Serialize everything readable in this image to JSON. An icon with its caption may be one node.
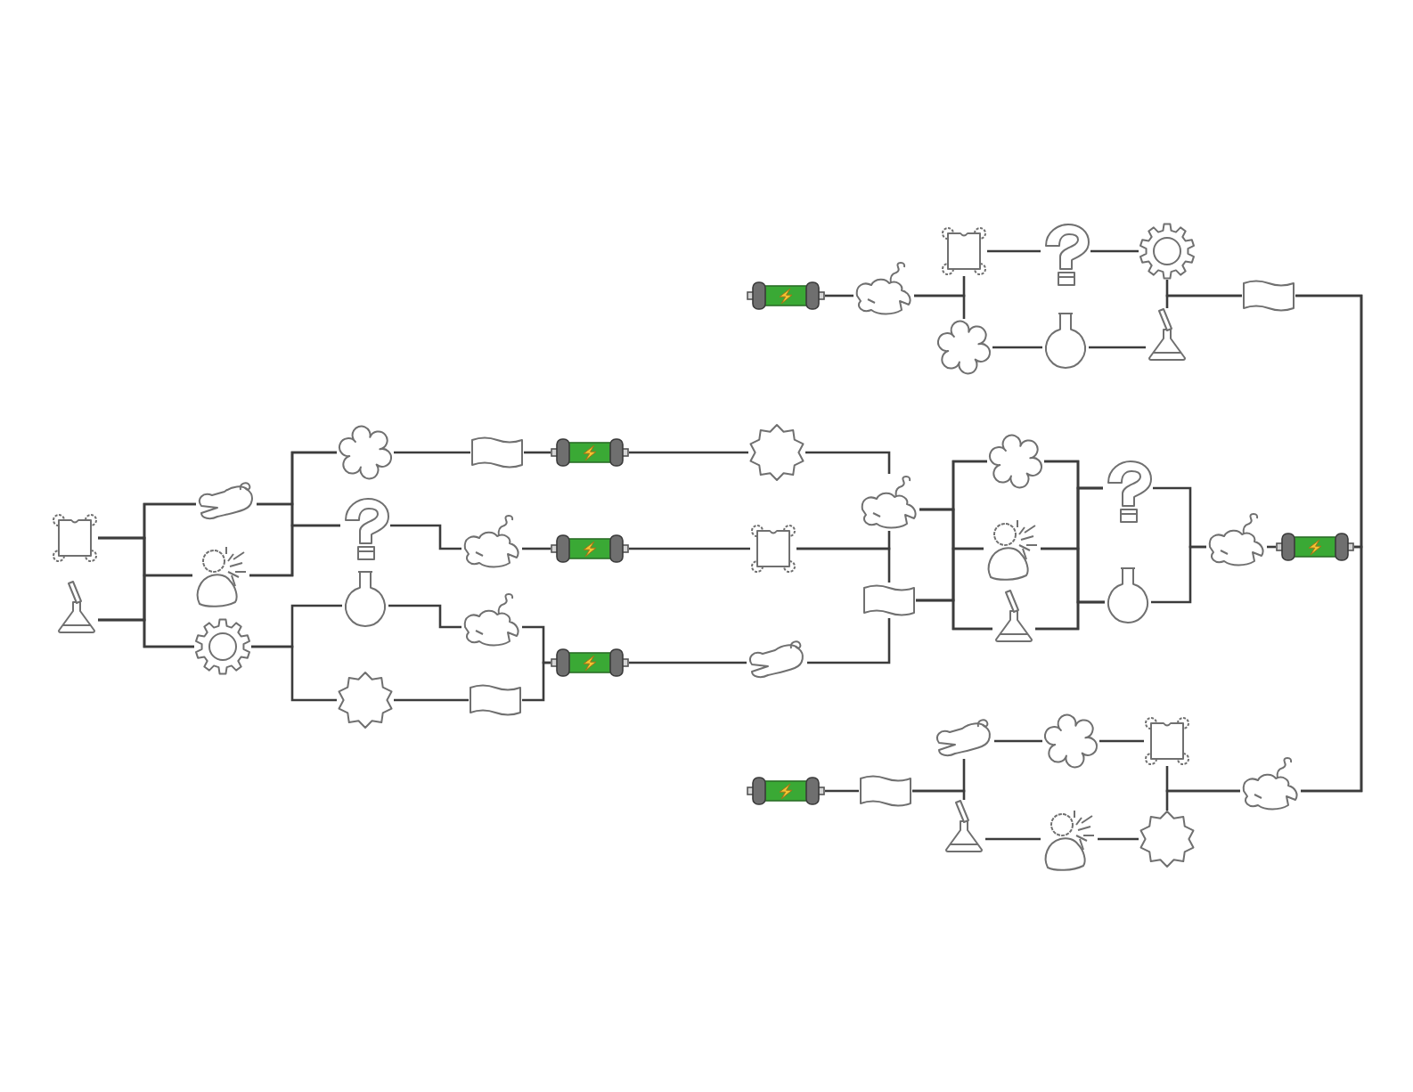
{
  "diagram": {
    "nodes": [
      {
        "text": [],
        "shape": "battery"
      },
      {
        "text": [],
        "shape": "bird"
      },
      {
        "text": [],
        "shape": "stamp"
      },
      {
        "text": [],
        "shape": "cloud"
      },
      {
        "text": [],
        "shape": "question"
      },
      {
        "text": [],
        "shape": "flask"
      },
      {
        "text": [],
        "shape": "gear"
      },
      {
        "text": [],
        "shape": "beaker"
      },
      {
        "text": [],
        "shape": "box"
      },
      {
        "text": [],
        "shape": "stamp"
      },
      {
        "text": [],
        "shape": "beaker"
      },
      {
        "text": [],
        "shape": "glove"
      },
      {
        "text": [],
        "shape": "person"
      },
      {
        "text": [],
        "shape": "gear"
      },
      {
        "text": [],
        "shape": "cloud"
      },
      {
        "text": [],
        "shape": "question"
      },
      {
        "text": [],
        "shape": "flask"
      },
      {
        "text": [],
        "shape": "star"
      },
      {
        "text": [],
        "shape": "box"
      },
      {
        "text": [],
        "shape": "bird"
      },
      {
        "text": [],
        "shape": "bird"
      },
      {
        "text": [],
        "shape": "box"
      },
      {
        "text": [],
        "shape": "battery"
      },
      {
        "text": [],
        "shape": "battery"
      },
      {
        "text": [],
        "shape": "battery"
      },
      {
        "text": [],
        "shape": "star"
      },
      {
        "text": [],
        "shape": "stamp"
      },
      {
        "text": [],
        "shape": "glove"
      },
      {
        "text": [],
        "shape": "bird"
      },
      {
        "text": [],
        "shape": "box"
      },
      {
        "text": [],
        "shape": "cloud"
      },
      {
        "text": [],
        "shape": "person"
      },
      {
        "text": [],
        "shape": "beaker"
      },
      {
        "text": [],
        "shape": "question"
      },
      {
        "text": [],
        "shape": "flask"
      },
      {
        "text": [],
        "shape": "bird"
      },
      {
        "text": [],
        "shape": "battery"
      },
      {
        "text": [],
        "shape": "battery"
      },
      {
        "text": [],
        "shape": "box"
      },
      {
        "text": [],
        "shape": "glove"
      },
      {
        "text": [],
        "shape": "beaker"
      },
      {
        "text": [],
        "shape": "cloud"
      },
      {
        "text": [],
        "shape": "person"
      },
      {
        "text": [],
        "shape": "stamp"
      },
      {
        "text": [],
        "shape": "star"
      },
      {
        "text": [],
        "shape": "bird"
      }
    ],
    "edges": [
      {
        "from": 0,
        "to": 1,
        "arrow": "none"
      },
      {
        "from": 1,
        "to": 2,
        "arrow": "none"
      },
      {
        "from": 1,
        "to": 3,
        "arrow": "none"
      },
      {
        "from": 2,
        "to": 4,
        "arrow": "none"
      },
      {
        "from": 4,
        "to": 6,
        "arrow": "none"
      },
      {
        "from": 3,
        "to": 5,
        "arrow": "none"
      },
      {
        "from": 5,
        "to": 7,
        "arrow": "none"
      },
      {
        "from": 6,
        "to": 8,
        "arrow": "none"
      },
      {
        "from": 7,
        "to": 8,
        "arrow": "none"
      },
      {
        "from": 9,
        "to": 11,
        "arrow": "none"
      },
      {
        "from": 9,
        "to": 12,
        "arrow": "none"
      },
      {
        "from": 9,
        "to": 13,
        "arrow": "none"
      },
      {
        "from": 10,
        "to": 11,
        "arrow": "none"
      },
      {
        "from": 10,
        "to": 12,
        "arrow": "none"
      },
      {
        "from": 10,
        "to": 13,
        "arrow": "none"
      },
      {
        "from": 11,
        "to": 14,
        "arrow": "none"
      },
      {
        "from": 11,
        "to": 15,
        "arrow": "none"
      },
      {
        "from": 12,
        "to": 14,
        "arrow": "none"
      },
      {
        "from": 12,
        "to": 15,
        "arrow": "none"
      },
      {
        "from": 13,
        "to": 16,
        "arrow": "none"
      },
      {
        "from": 13,
        "to": 17,
        "arrow": "none"
      },
      {
        "from": 14,
        "to": 18,
        "arrow": "none"
      },
      {
        "from": 18,
        "to": 22,
        "arrow": "none"
      },
      {
        "from": 22,
        "to": 25,
        "arrow": "none"
      },
      {
        "from": 15,
        "to": 19,
        "arrow": "none"
      },
      {
        "from": 19,
        "to": 23,
        "arrow": "none"
      },
      {
        "from": 23,
        "to": 26,
        "arrow": "none"
      },
      {
        "from": 16,
        "to": 20,
        "arrow": "none"
      },
      {
        "from": 17,
        "to": 21,
        "arrow": "none"
      },
      {
        "from": 20,
        "to": 24,
        "arrow": "none"
      },
      {
        "from": 21,
        "to": 24,
        "arrow": "none"
      },
      {
        "from": 24,
        "to": 27,
        "arrow": "none"
      },
      {
        "from": 25,
        "to": 28,
        "arrow": "none"
      },
      {
        "from": 26,
        "to": 28,
        "arrow": "none"
      },
      {
        "from": 26,
        "to": 29,
        "arrow": "none"
      },
      {
        "from": 27,
        "to": 29,
        "arrow": "none"
      },
      {
        "from": 28,
        "to": 30,
        "arrow": "none"
      },
      {
        "from": 28,
        "to": 31,
        "arrow": "none"
      },
      {
        "from": 28,
        "to": 32,
        "arrow": "none"
      },
      {
        "from": 29,
        "to": 30,
        "arrow": "none"
      },
      {
        "from": 29,
        "to": 31,
        "arrow": "none"
      },
      {
        "from": 29,
        "to": 32,
        "arrow": "none"
      },
      {
        "from": 30,
        "to": 33,
        "arrow": "none"
      },
      {
        "from": 30,
        "to": 34,
        "arrow": "none"
      },
      {
        "from": 31,
        "to": 33,
        "arrow": "none"
      },
      {
        "from": 31,
        "to": 34,
        "arrow": "none"
      },
      {
        "from": 32,
        "to": 33,
        "arrow": "none"
      },
      {
        "from": 32,
        "to": 34,
        "arrow": "none"
      },
      {
        "from": 33,
        "to": 35,
        "arrow": "none"
      },
      {
        "from": 34,
        "to": 35,
        "arrow": "none"
      },
      {
        "from": 35,
        "to": 36,
        "arrow": "none"
      },
      {
        "from": 8,
        "to": 36,
        "arrow": "none"
      },
      {
        "from": 36,
        "to": 45,
        "arrow": "none"
      },
      {
        "from": 8,
        "to": 45,
        "arrow": "none"
      },
      {
        "from": 37,
        "to": 38,
        "arrow": "none"
      },
      {
        "from": 38,
        "to": 39,
        "arrow": "none"
      },
      {
        "from": 38,
        "to": 40,
        "arrow": "none"
      },
      {
        "from": 39,
        "to": 41,
        "arrow": "none"
      },
      {
        "from": 41,
        "to": 43,
        "arrow": "none"
      },
      {
        "from": 40,
        "to": 42,
        "arrow": "none"
      },
      {
        "from": 42,
        "to": 44,
        "arrow": "none"
      },
      {
        "from": 43,
        "to": 45,
        "arrow": "none"
      },
      {
        "from": 44,
        "to": 45,
        "arrow": "none"
      }
    ]
  }
}
